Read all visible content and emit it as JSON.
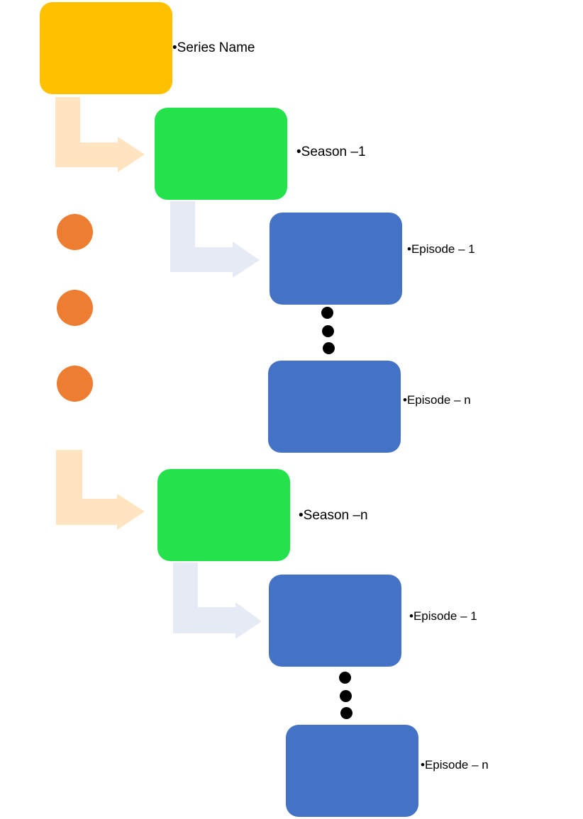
{
  "colors": {
    "series": "#ffc000",
    "season": "#24e24b",
    "episode": "#4472c4",
    "arrow_series": "#ffe4c2",
    "arrow_season": "#e6eaf4",
    "ellipsis_orange": "#ed7d31",
    "ellipsis_black": "#000000"
  },
  "labels": {
    "series": "•Series Name",
    "season_1": "•Season –1",
    "s1_episode_1": "•Episode – 1",
    "s1_episode_n": "•Episode – n",
    "season_n": "•Season –n",
    "sn_episode_1": "•Episode – 1",
    "sn_episode_n": "•Episode – n"
  }
}
